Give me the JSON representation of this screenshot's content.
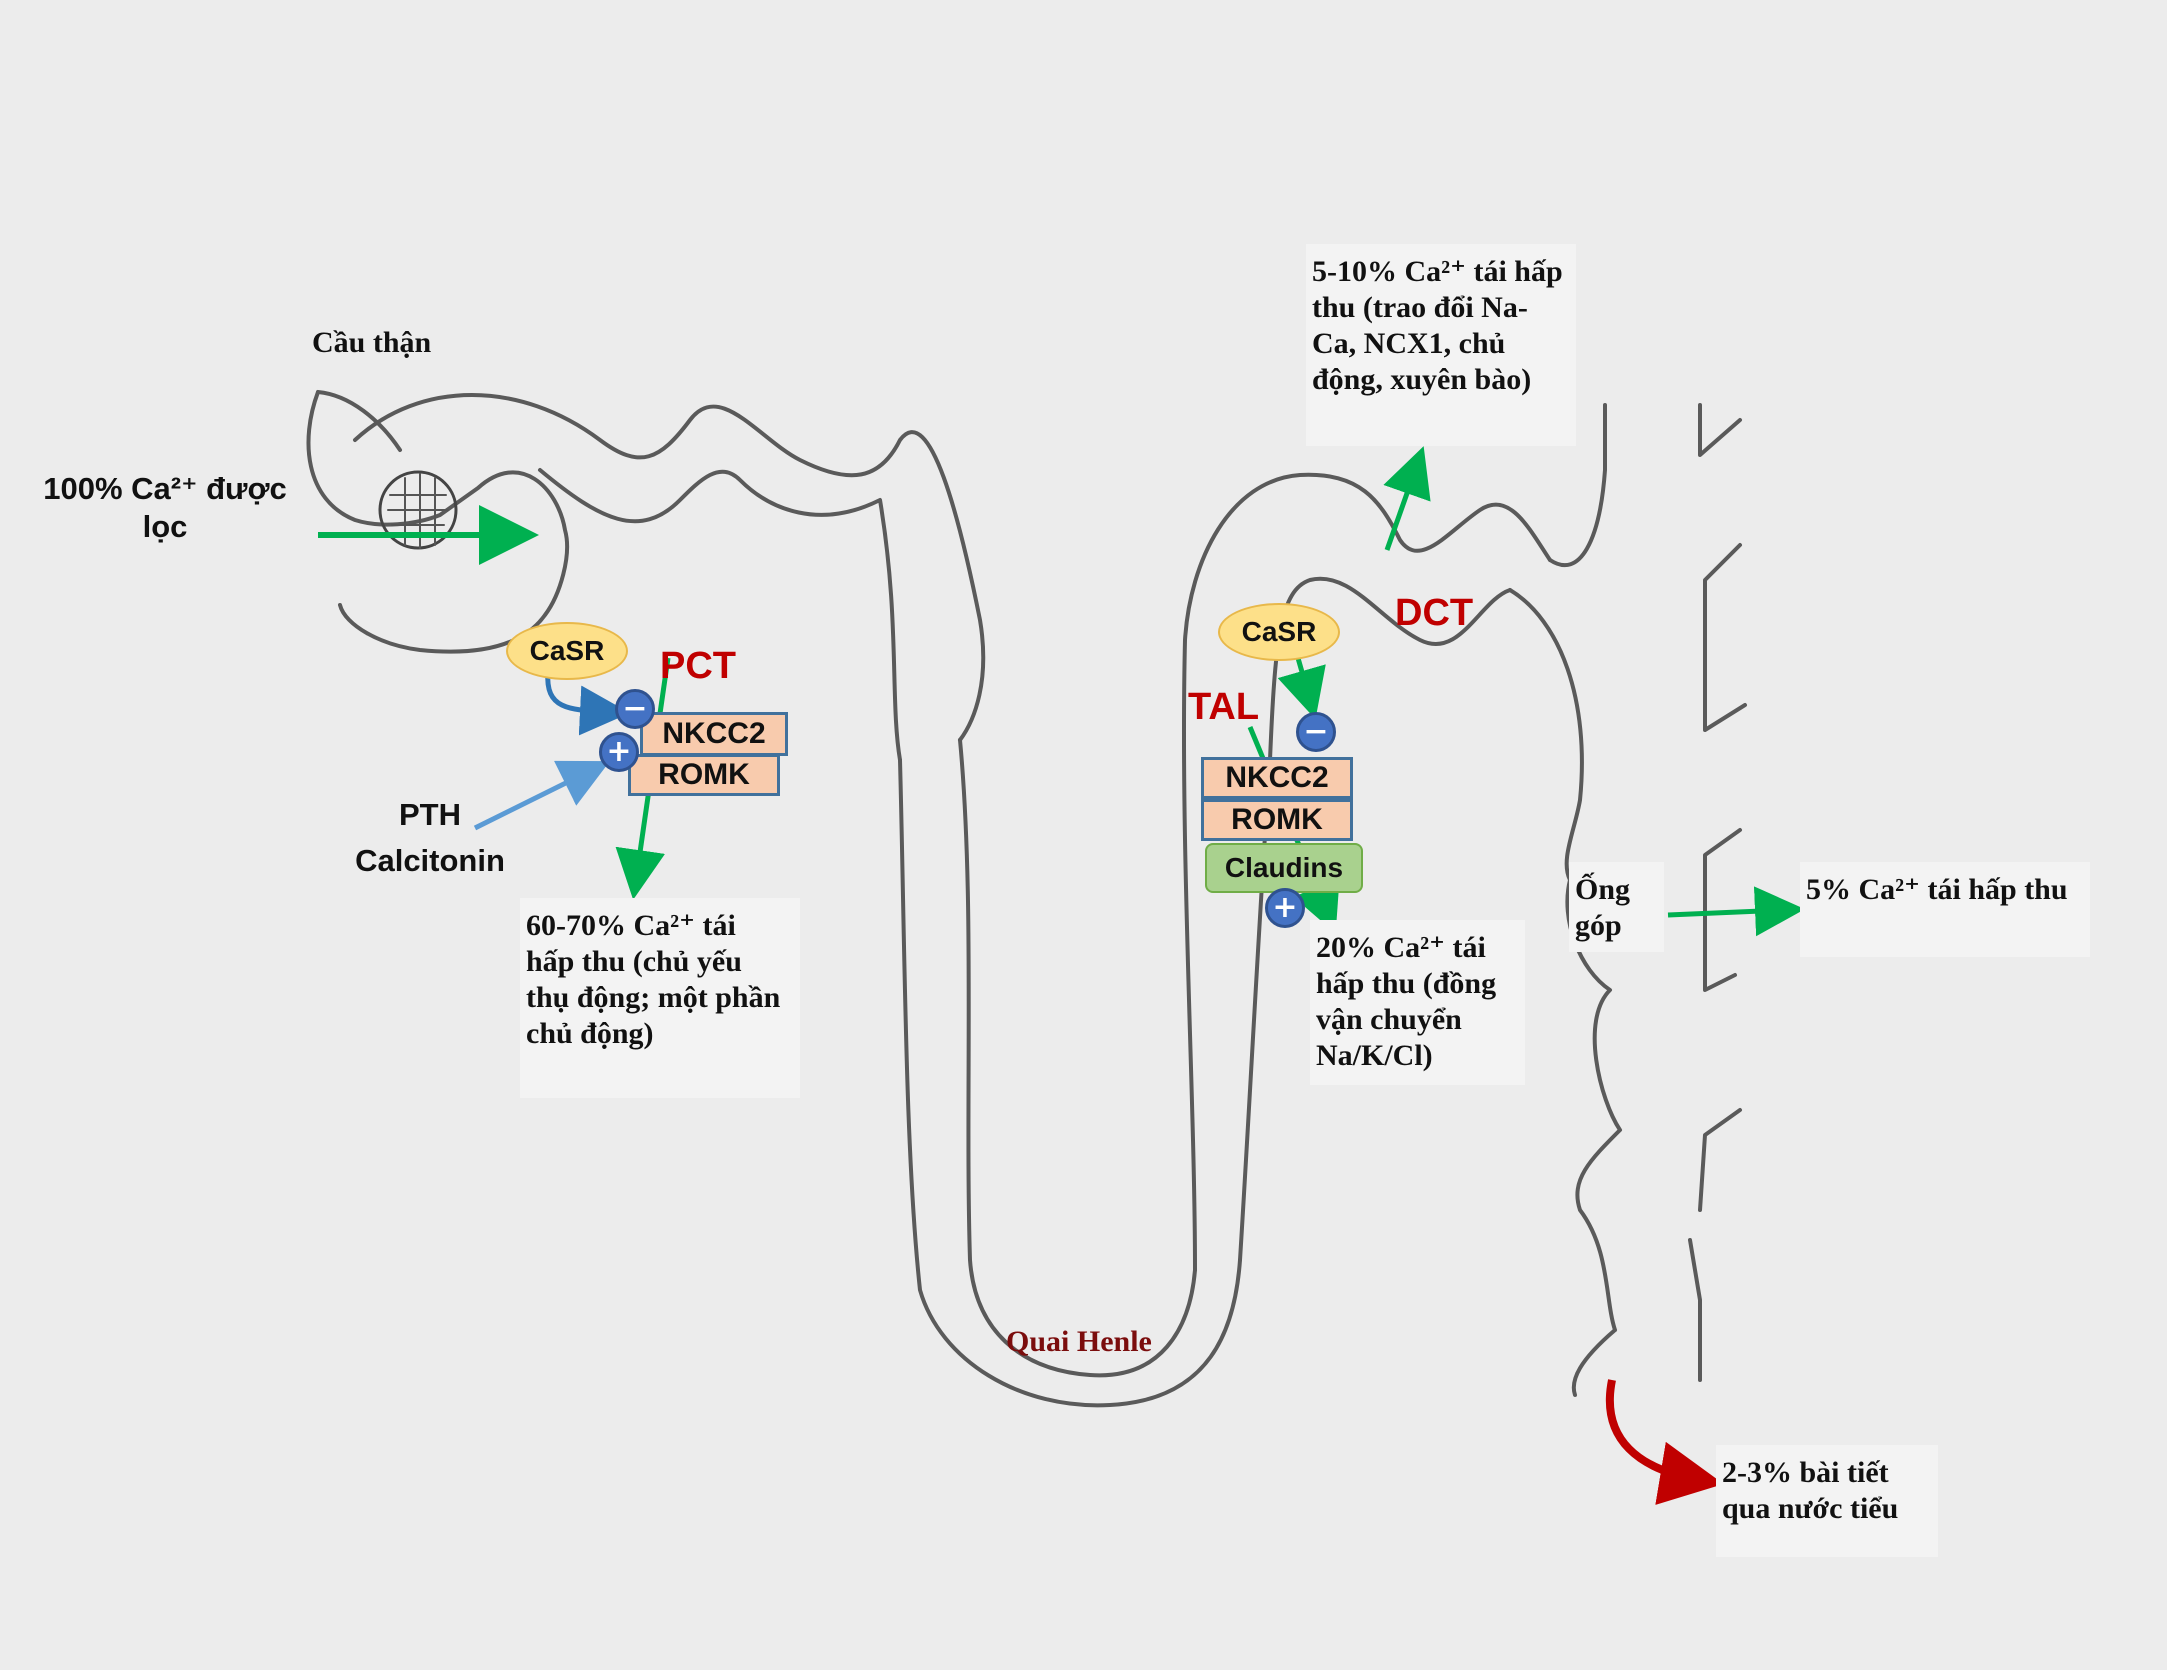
{
  "labels": {
    "glomerulus": "Cầu thận",
    "filtered": "100% Ca²⁺ được\nlọc",
    "pct": "PCT",
    "dct": "DCT",
    "tal": "TAL",
    "loop": "Quai Henle",
    "collecting_duct": "Ống\ngóp",
    "pth_calcitonin": "PTH\nCalcitonin"
  },
  "transporters": {
    "pct_casr": "CaSR",
    "pct_nkcc2": "NKCC2",
    "pct_romk": "ROMK",
    "tal_casr": "CaSR",
    "tal_nkcc2": "NKCC2",
    "tal_romk": "ROMK",
    "tal_claudins": "Claudins"
  },
  "signs": {
    "minus": "−",
    "plus": "+"
  },
  "notes": {
    "pct_note": "60-70% Ca²⁺ tái\nhấp thu (chủ yếu\nthụ động; một phần\nchủ động)",
    "tal_note": "20% Ca²⁺ tái\nhấp thu (đồng\nvận chuyển\nNa/K/Cl)",
    "dct_note": "5-10% Ca²⁺ tái hấp\nthu (trao đổi Na-\nCa, NCX1, chủ\nđộng, xuyên bào)",
    "cd_note": "5% Ca²⁺ tái hấp thu",
    "urine_note": "2-3% bài tiết\nqua nước tiểu"
  },
  "colors": {
    "arrow_green": "#00b050",
    "arrow_blue": "#5b9bd5",
    "arrow_darkblue": "#2e75b6",
    "arrow_red": "#c00000",
    "label_red": "#c00000",
    "tubule_line": "#5a5a5a"
  }
}
